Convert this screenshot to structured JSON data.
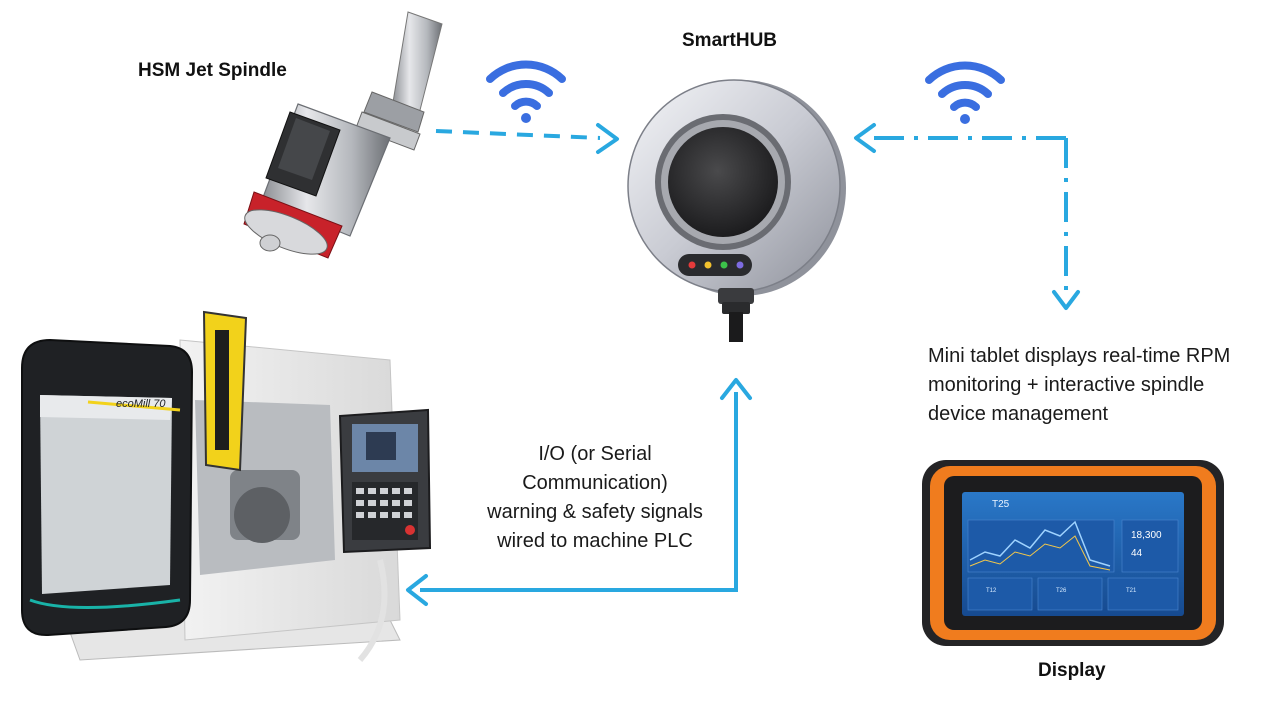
{
  "labels": {
    "spindle": "HSM Jet Spindle",
    "hub": "SmartHUB",
    "display": "Display"
  },
  "notes": {
    "tablet": [
      "Mini tablet displays real-time RPM",
      "monitoring + interactive spindle",
      "device management"
    ],
    "io": [
      "I/O (or Serial",
      "Communication)",
      "warning & safety signals",
      "wired to machine PLC"
    ]
  },
  "machine_brand": "ecoMill 70",
  "tablet_screen": {
    "title": "T25",
    "rpm_value": "18,300",
    "secondary_value": "44",
    "tile_labels": [
      "T12",
      "T26",
      "T21"
    ]
  },
  "colors": {
    "arrow": "#29a8e0",
    "wifi": "#3a6ee0",
    "tablet_frame": "#f07c1e",
    "screen": "#1f5fb0"
  }
}
